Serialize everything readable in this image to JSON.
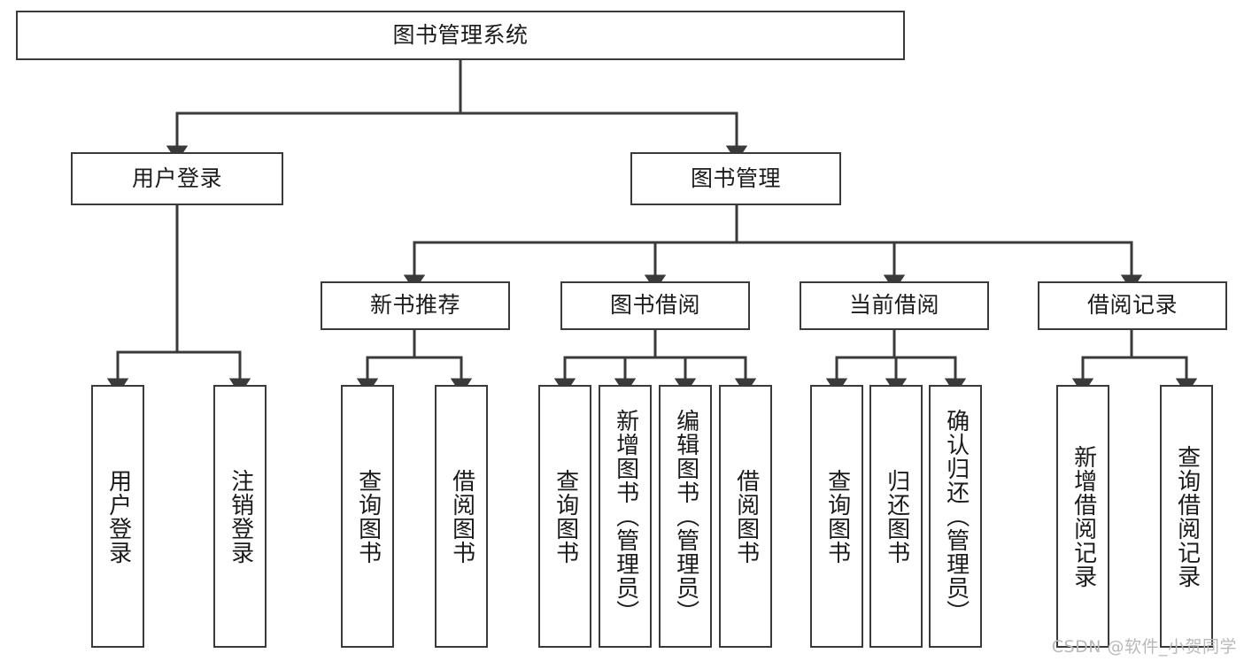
{
  "diagram": {
    "title": "图书管理系统",
    "type": "hierarchy-tree",
    "stroke_color": "#3a3a3a",
    "text_color": "#1b1b1b",
    "background_color": "#ffffff"
  },
  "root": {
    "label": "图书管理系统"
  },
  "level1": [
    {
      "id": "user-login",
      "label": "用户登录"
    },
    {
      "id": "book-management",
      "label": "图书管理"
    }
  ],
  "level2": [
    {
      "id": "new-book-recommend",
      "label": "新书推荐"
    },
    {
      "id": "book-borrow",
      "label": "图书借阅"
    },
    {
      "id": "current-borrow",
      "label": "当前借阅"
    },
    {
      "id": "borrow-record",
      "label": "借阅记录"
    }
  ],
  "leaves": [
    {
      "id": "leaf-user-login",
      "parent": "user-login",
      "label": "用户登录"
    },
    {
      "id": "leaf-user-logout",
      "parent": "user-login",
      "label": "注销登录"
    },
    {
      "id": "leaf-query-book-1",
      "parent": "new-book-recommend",
      "label": "查询图书"
    },
    {
      "id": "leaf-borrow-book-1",
      "parent": "new-book-recommend",
      "label": "借阅图书"
    },
    {
      "id": "leaf-query-book-2",
      "parent": "book-borrow",
      "label": "查询图书"
    },
    {
      "id": "leaf-add-book",
      "parent": "book-borrow",
      "label": "新增图书（管理员）"
    },
    {
      "id": "leaf-edit-book",
      "parent": "book-borrow",
      "label": "编辑图书（管理员）"
    },
    {
      "id": "leaf-borrow-book-2",
      "parent": "book-borrow",
      "label": "借阅图书"
    },
    {
      "id": "leaf-query-book-3",
      "parent": "current-borrow",
      "label": "查询图书"
    },
    {
      "id": "leaf-return-book",
      "parent": "current-borrow",
      "label": "归还图书"
    },
    {
      "id": "leaf-confirm-return",
      "parent": "current-borrow",
      "label": "确认归还（管理员）"
    },
    {
      "id": "leaf-add-record",
      "parent": "borrow-record",
      "label": "新增借阅记录"
    },
    {
      "id": "leaf-query-record",
      "parent": "borrow-record",
      "label": "查询借阅记录"
    }
  ],
  "watermark": {
    "text": "CSDN @软件_小贺同学"
  }
}
